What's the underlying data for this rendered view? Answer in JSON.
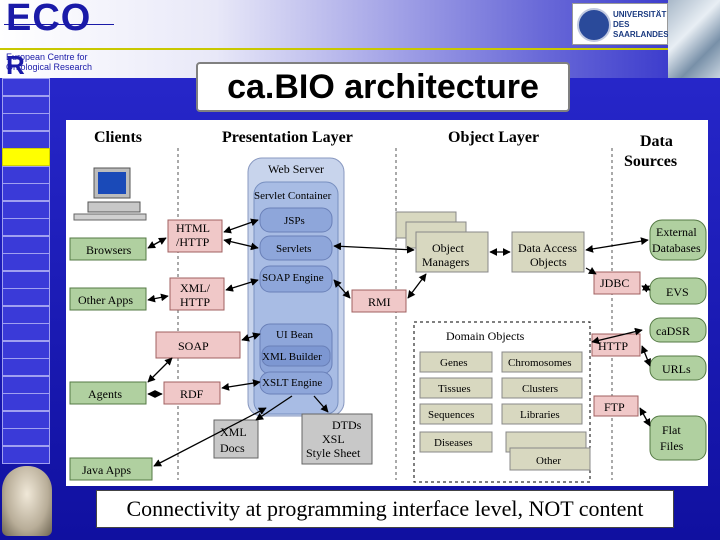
{
  "header": {
    "logo": "ECOR",
    "logo_line1": "ECO",
    "logo_line2": "R",
    "org_line1": "European Centre for",
    "org_line2": "Ontological Research",
    "university": [
      "UNIVERSITÄT",
      "DES",
      "SAARLANDES"
    ]
  },
  "slide_title": "ca.BIO architecture",
  "nav": {
    "count": 22,
    "active_index": 4
  },
  "diagram": {
    "columns": {
      "clients": "Clients",
      "presentation": "Presentation Layer",
      "object": "Object Layer",
      "data": [
        "Data",
        "Sources"
      ]
    },
    "server": {
      "web_server": "Web Server",
      "servlet_container": "Servlet Container",
      "jsps": "JSPs",
      "servlets": "Servlets",
      "soap_engine": "SOAP Engine",
      "ui_bean": "UI Bean",
      "xml_builder": "XML Builder",
      "xslt_engine": "XSLT Engine"
    },
    "clients": [
      "Browsers",
      "Other Apps",
      "Agents",
      "Java Apps"
    ],
    "protocols": {
      "html_http": [
        "HTML",
        "/HTTP"
      ],
      "xml_http": [
        "XML/",
        "HTTP"
      ],
      "soap": "SOAP",
      "rdf": "RDF",
      "rmi": "RMI",
      "jdbc": "JDBC",
      "http": "HTTP",
      "ftp": "FTP"
    },
    "documents": {
      "xml_docs": [
        "XML",
        "Docs"
      ],
      "dtds": [
        "DTDs",
        "XSL",
        "Style Sheet"
      ]
    },
    "object_layer": {
      "object_managers": [
        "Object",
        "Managers"
      ],
      "data_access": [
        "Data Access",
        "Objects"
      ],
      "domain_objects": "Domain Objects",
      "items": [
        "Genes",
        "Chromosomes",
        "Tissues",
        "Clusters",
        "Sequences",
        "Libraries",
        "Diseases",
        "Other"
      ]
    },
    "sources": {
      "external_databases": [
        "External",
        "Databases"
      ],
      "evs": "EVS",
      "cadsr": "caDSR",
      "urls": "URLs",
      "flat_files": [
        "Flat",
        "Files"
      ]
    }
  },
  "caption": "Connectivity at programming interface level, NOT content"
}
